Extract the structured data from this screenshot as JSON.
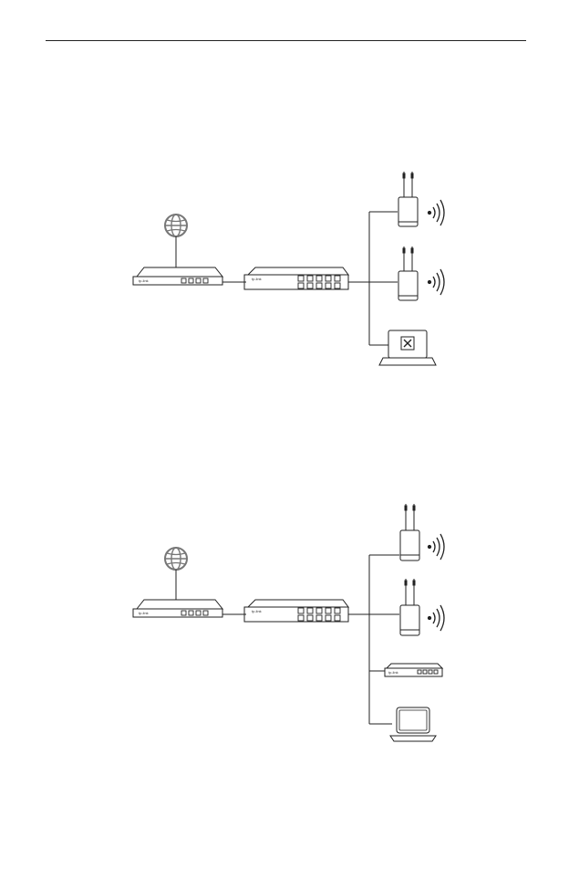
{
  "diagrams": [
    {
      "devices": [
        "globe-icon",
        "router",
        "switch",
        "access-point-1",
        "access-point-2",
        "controller-laptop"
      ],
      "router_brand": "tp-link",
      "switch_brand": "tp-link"
    },
    {
      "devices": [
        "globe-icon",
        "router",
        "switch",
        "access-point-1",
        "access-point-2",
        "hardware-controller",
        "laptop"
      ],
      "router_brand": "tp-link",
      "switch_brand": "tp-link",
      "controller_brand": "tp-link"
    }
  ],
  "colors": {
    "stroke": "#222222",
    "light": "#888888"
  }
}
